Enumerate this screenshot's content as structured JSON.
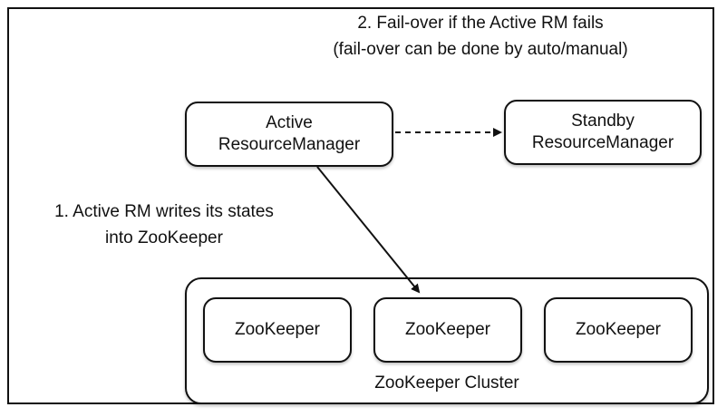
{
  "annotations": {
    "failover_line1": "2. Fail-over if the Active RM fails",
    "failover_line2": "(fail-over can be done by auto/manual)",
    "writes_line1": "1. Active RM writes its states",
    "writes_line2": "into ZooKeeper"
  },
  "nodes": {
    "active_rm": {
      "line1": "Active",
      "line2": "ResourceManager"
    },
    "standby_rm": {
      "line1": "Standby",
      "line2": "ResourceManager"
    }
  },
  "cluster": {
    "label": "ZooKeeper Cluster",
    "members": [
      "ZooKeeper",
      "ZooKeeper",
      "ZooKeeper"
    ]
  },
  "colors": {
    "stroke": "#111111",
    "background": "#ffffff"
  }
}
